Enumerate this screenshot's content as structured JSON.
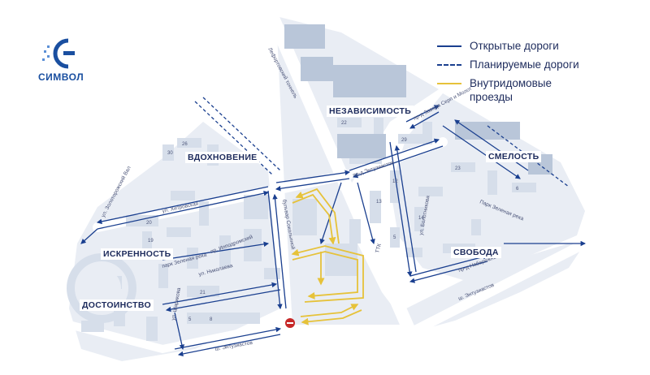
{
  "logo": {
    "text": "СИМВОЛ",
    "icon": "symbol-logo-icon",
    "color": "#1a4fa0"
  },
  "legend": {
    "items": [
      {
        "label": "Открытые дороги",
        "style": "solid",
        "color": "#1a3f8f"
      },
      {
        "label": "Планируемые дороги",
        "style": "dashed",
        "color": "#1a3f8f"
      },
      {
        "label": "Внутридомовые проезды",
        "style": "solid",
        "color": "#e6c23a"
      }
    ]
  },
  "districts": {
    "nezavisimost": "НЕЗАВИСИМОСТЬ",
    "vdokhnovenie": "ВДОХНОВЕНИЕ",
    "smelost": "СМЕЛОСТЬ",
    "iskrennost": "ИСКРЕННОСТЬ",
    "svoboda": "СВОБОДА",
    "dostoinstvo": "ДОСТОИНСТВО"
  },
  "streets": {
    "lefortovsky_tunnel": "Лефортовский тоннель",
    "zavoda_serp_molot": "пр-д Завода Серп и Молот",
    "zolotorozhsky_val": "ул. Золоторожский Вал",
    "entuziastov_top": "пр-д Энтузиастов",
    "khitrovskaya": "ул. Хитровская",
    "sokolyinaya": "бульвар Сокольиной",
    "zelenaya_reka_left": "парк Зеленая река",
    "zelenaya_reka_right": "Парк Зеленая река",
    "tkk": "ТТК",
    "entuziastov_sh": "ш. Энтузиастов",
    "entuziastov_sh_right": "ш. Энтузиастов",
    "nikolaeva": "ул. Николаева",
    "seleznevskaya": "ул. Шарикова",
    "naberezhnaya": "пр-д Набережный",
    "street_a": "ул. Болотникова",
    "street_b": "пр. Ипподромский"
  },
  "building_numbers": [
    "30",
    "26",
    "19",
    "20",
    "21",
    "5",
    "8",
    "22",
    "29",
    "13",
    "12",
    "14",
    "5",
    "23",
    "6"
  ],
  "colors": {
    "background": "#ffffff",
    "block": "#e9edf4",
    "road": "#ffffff",
    "building": "#d6deea",
    "industrial": "#b9c6d9",
    "open_road": "#1a3f8f",
    "planned_road": "#1a3f8f",
    "internal_road": "#e6c23a",
    "no_entry": "#c62828"
  }
}
